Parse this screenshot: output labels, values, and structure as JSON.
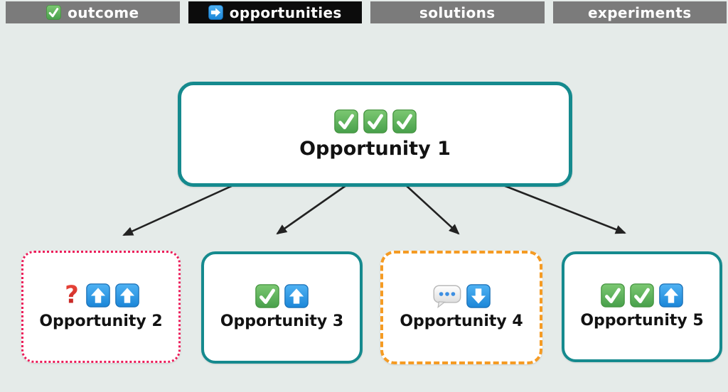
{
  "colors": {
    "teal": "#158a8e",
    "red": "#ec1e5b",
    "orange": "#f59b23",
    "tab-gray": "#7b7b7b",
    "tab-black": "#0c0c0c",
    "background": "#e5ebe9",
    "arrow": "#222222",
    "icon-green": "#56b053",
    "icon-blue": "#2f97e5",
    "icon-red-question": "#d8302f"
  },
  "tabs": [
    {
      "label": "outcome",
      "icon": "check",
      "active": false
    },
    {
      "label": "opportunities",
      "icon": "arrow-right",
      "active": true
    },
    {
      "label": "solutions",
      "icon": "",
      "active": false
    },
    {
      "label": "experiments",
      "icon": "",
      "active": false
    }
  ],
  "tree": {
    "root": {
      "title": "Opportunity 1",
      "icons": [
        "check",
        "check",
        "check"
      ],
      "border": "solid-teal"
    },
    "children": [
      {
        "title": "Opportunity 2",
        "icons": [
          "question",
          "arrow-up",
          "arrow-up"
        ],
        "border": "dotted-red"
      },
      {
        "title": "Opportunity 3",
        "icons": [
          "check",
          "arrow-up"
        ],
        "border": "solid-teal"
      },
      {
        "title": "Opportunity 4",
        "icons": [
          "speech",
          "arrow-down"
        ],
        "border": "dashed-orange"
      },
      {
        "title": "Opportunity 5",
        "icons": [
          "check",
          "check",
          "arrow-up"
        ],
        "border": "solid-teal"
      }
    ]
  }
}
